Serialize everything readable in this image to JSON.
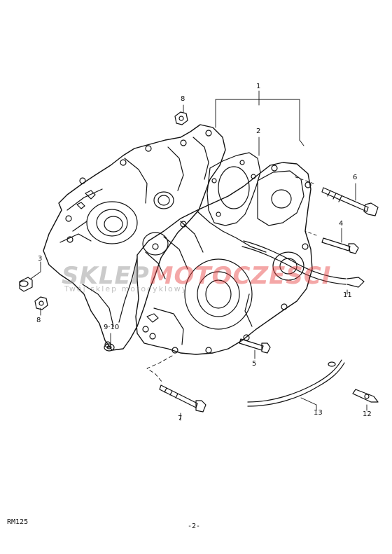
{
  "labels": {
    "p1": "1",
    "p2": "2",
    "p3": "3",
    "p4": "4",
    "p5": "5",
    "p6": "6",
    "p7": "7",
    "p8a": "8",
    "p8b": "8",
    "p910": "9·10",
    "p11": "11",
    "p12": "12",
    "p13": "13"
  },
  "footer": {
    "model": "RM125",
    "page": "-2-"
  },
  "watermark": {
    "part_a": "SKLEP",
    "part_b": "MOTO",
    "part_c": "CZESCI",
    "sub": "Twój sklep motocyklowy"
  },
  "colors": {
    "line": "#111111",
    "watermark_red": "#e63c3c",
    "watermark_gray": "#8c8c8c"
  }
}
